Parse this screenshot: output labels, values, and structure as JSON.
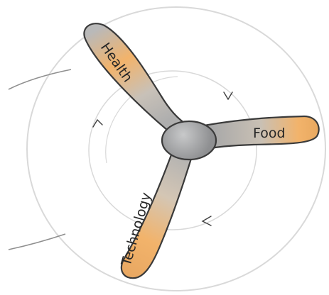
{
  "blades": [
    {
      "label": "Health"
    },
    {
      "label": "Food"
    },
    {
      "label": "Technology"
    }
  ],
  "colors": {
    "blade_orange": "#f2b36b",
    "blade_grey": "#b8b8b8",
    "blade_outline": "#3d3d3d",
    "hub": "#a9aaab",
    "ring": "#d7d7d7",
    "arrow": "#404040"
  },
  "icons": [
    "propeller",
    "rotation-arrow"
  ]
}
